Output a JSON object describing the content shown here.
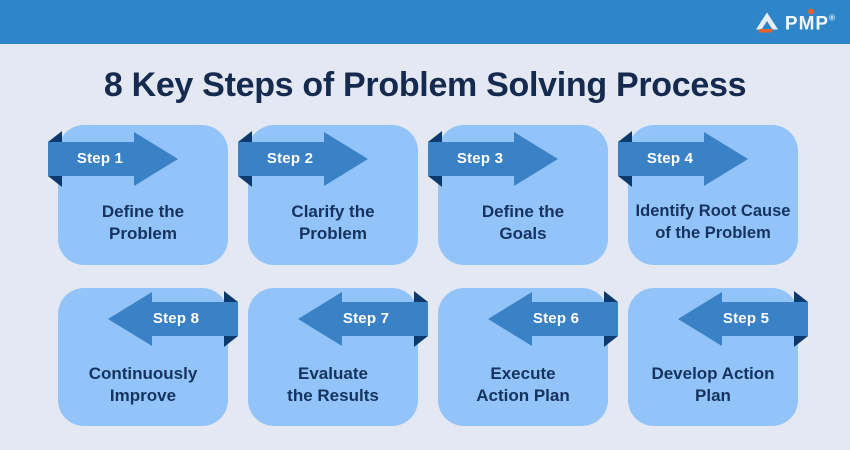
{
  "header": {
    "logo": {
      "brand": "PMP",
      "registered": "®"
    }
  },
  "title": "8 Key Steps of Problem Solving Process",
  "colors": {
    "topbar": "#2e86c8",
    "background": "#e4e8f2",
    "card": "#92c4f9",
    "ribbon": "#3a81c5",
    "ribbon_fold": "#0c3a6e",
    "title_text": "#142a4e",
    "card_text": "#16325e",
    "step_label_text": "#ffffff",
    "logo_accent": "#e8632c"
  },
  "steps": [
    {
      "label": "Step 1",
      "line1": "Define the",
      "line2": "Problem"
    },
    {
      "label": "Step 2",
      "line1": "Clarify the",
      "line2": "Problem"
    },
    {
      "label": "Step 3",
      "line1": "Define the",
      "line2": "Goals"
    },
    {
      "label": "Step 4",
      "line1": "Identify Root Cause",
      "line2": "of the Problem"
    },
    {
      "label": "Step 5",
      "line1": "Develop Action",
      "line2": "Plan"
    },
    {
      "label": "Step 6",
      "line1": "Execute",
      "line2": "Action Plan"
    },
    {
      "label": "Step 7",
      "line1": "Evaluate",
      "line2": "the Results"
    },
    {
      "label": "Step 8",
      "line1": "Continuously",
      "line2": "Improve"
    }
  ]
}
